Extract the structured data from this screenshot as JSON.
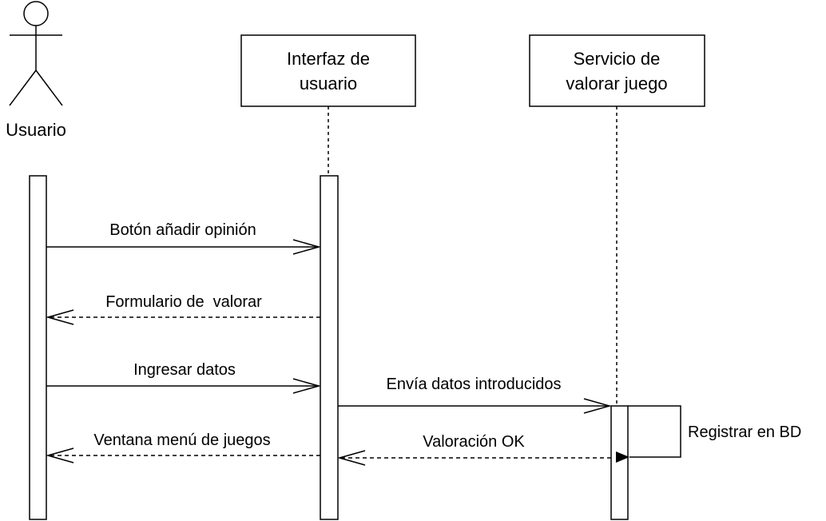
{
  "actor": {
    "label": "Usuario"
  },
  "participants": [
    {
      "id": "ui",
      "lines": [
        "Interfaz de",
        "usuario"
      ]
    },
    {
      "id": "svc",
      "lines": [
        "Servicio de",
        "valorar juego"
      ]
    }
  ],
  "messages": [
    {
      "label": "Botón añadir opinión",
      "from": "Usuario",
      "to": "Interfaz de usuario",
      "kind": "call"
    },
    {
      "label": "Formulario de  valorar",
      "from": "Interfaz de usuario",
      "to": "Usuario",
      "kind": "return"
    },
    {
      "label": "Ingresar datos",
      "from": "Usuario",
      "to": "Interfaz de usuario",
      "kind": "call"
    },
    {
      "label": "Envía datos introducidos",
      "from": "Interfaz de usuario",
      "to": "Servicio de valorar juego",
      "kind": "call"
    },
    {
      "label": "Registrar en BD",
      "from": "Servicio de valorar juego",
      "to": "Servicio de valorar juego",
      "kind": "self"
    },
    {
      "label": "Valoración OK",
      "from": "Servicio de valorar juego",
      "to": "Interfaz de usuario",
      "kind": "return"
    },
    {
      "label": "Ventana menú de juegos",
      "from": "Interfaz de usuario",
      "to": "Usuario",
      "kind": "return"
    }
  ],
  "colors": {
    "line": "#000000",
    "fill": "#ffffff"
  }
}
